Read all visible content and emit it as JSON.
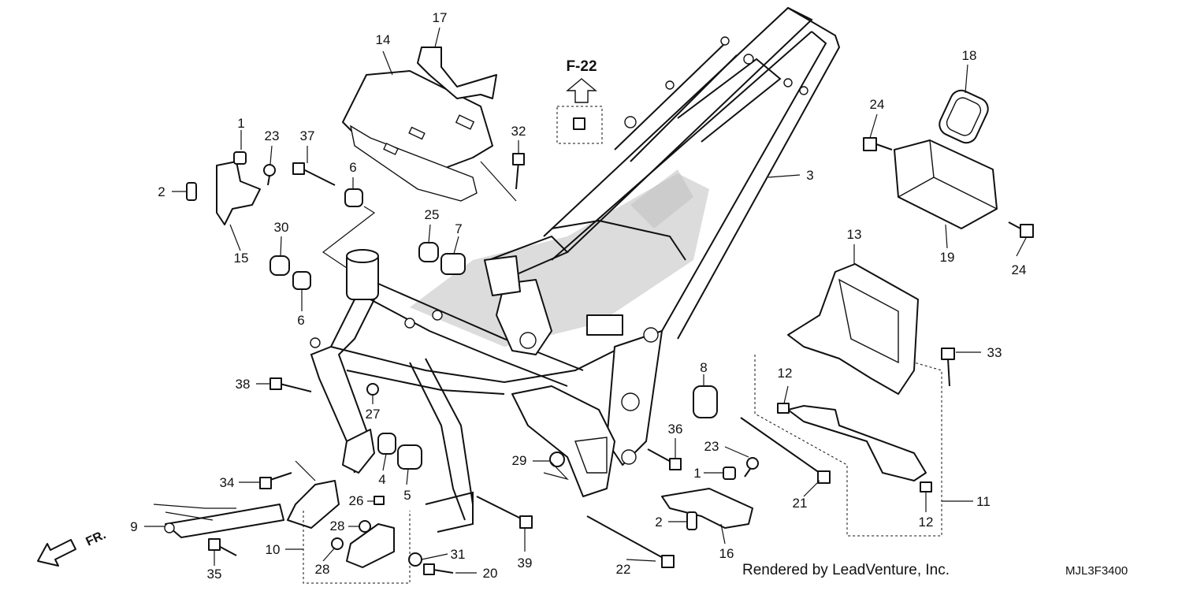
{
  "diagram": {
    "ref_label": "F-22",
    "direction_label": "FR.",
    "credit": "Rendered by LeadVenture, Inc.",
    "code": "MJL3F3400",
    "callouts": {
      "c1a": "1",
      "c1b": "1",
      "c2a": "2",
      "c2b": "2",
      "c3": "3",
      "c4": "4",
      "c5": "5",
      "c6a": "6",
      "c6b": "6",
      "c7": "7",
      "c8": "8",
      "c9": "9",
      "c10": "10",
      "c11": "11",
      "c12a": "12",
      "c12b": "12",
      "c13": "13",
      "c14": "14",
      "c15": "15",
      "c16": "16",
      "c17": "17",
      "c18": "18",
      "c19": "19",
      "c20": "20",
      "c21": "21",
      "c22": "22",
      "c23a": "23",
      "c23b": "23",
      "c24a": "24",
      "c24b": "24",
      "c25": "25",
      "c26": "26",
      "c27": "27",
      "c28a": "28",
      "c28b": "28",
      "c29": "29",
      "c30": "30",
      "c31": "31",
      "c32": "32",
      "c33": "33",
      "c34": "34",
      "c35": "35",
      "c36": "36",
      "c37": "37",
      "c38": "38",
      "c39": "39"
    }
  }
}
